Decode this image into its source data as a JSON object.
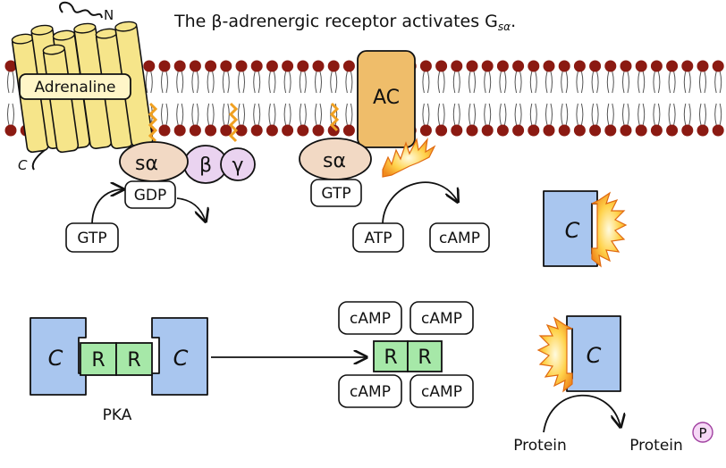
{
  "title": {
    "main": "The β-adrenergic receptor activates G",
    "subscript": "sα",
    "period": "."
  },
  "receptor": {
    "n_terminus": "N",
    "c_terminus": "C",
    "ligand": "Adrenaline"
  },
  "g_protein_inactive": {
    "alpha": "sα",
    "beta": "β",
    "gamma": "γ",
    "bound_nucleotide": "GDP",
    "incoming_nucleotide": "GTP"
  },
  "g_protein_active": {
    "alpha": "sα",
    "bound_nucleotide": "GTP"
  },
  "adenylyl_cyclase": {
    "label": "AC",
    "substrate": "ATP",
    "product": "cAMP"
  },
  "pka_holoenzyme": {
    "catalytic_left": "C",
    "regulatory_left": "R",
    "regulatory_right": "R",
    "catalytic_right": "C",
    "name": "PKA"
  },
  "pka_regulatory_complex": {
    "regulatory_left": "R",
    "regulatory_right": "R",
    "camp_labels": [
      "cAMP",
      "cAMP",
      "cAMP",
      "cAMP"
    ]
  },
  "catalytic_free": {
    "label": "C"
  },
  "catalytic_active": {
    "label": "C",
    "substrate": "Protein",
    "product": "Protein",
    "phosphate": "P"
  },
  "colors": {
    "membrane_head": "#8b1a12",
    "receptor_fill": "#f6e58a",
    "g_alpha_fill": "#f2d9c4",
    "g_beta_gamma_fill": "#ead3f0",
    "ac_fill": "#efbd6a",
    "catalytic_fill": "#a9c6ef",
    "regulatory_fill": "#a6e8a8",
    "lipid_anchor": "#f0a020"
  }
}
